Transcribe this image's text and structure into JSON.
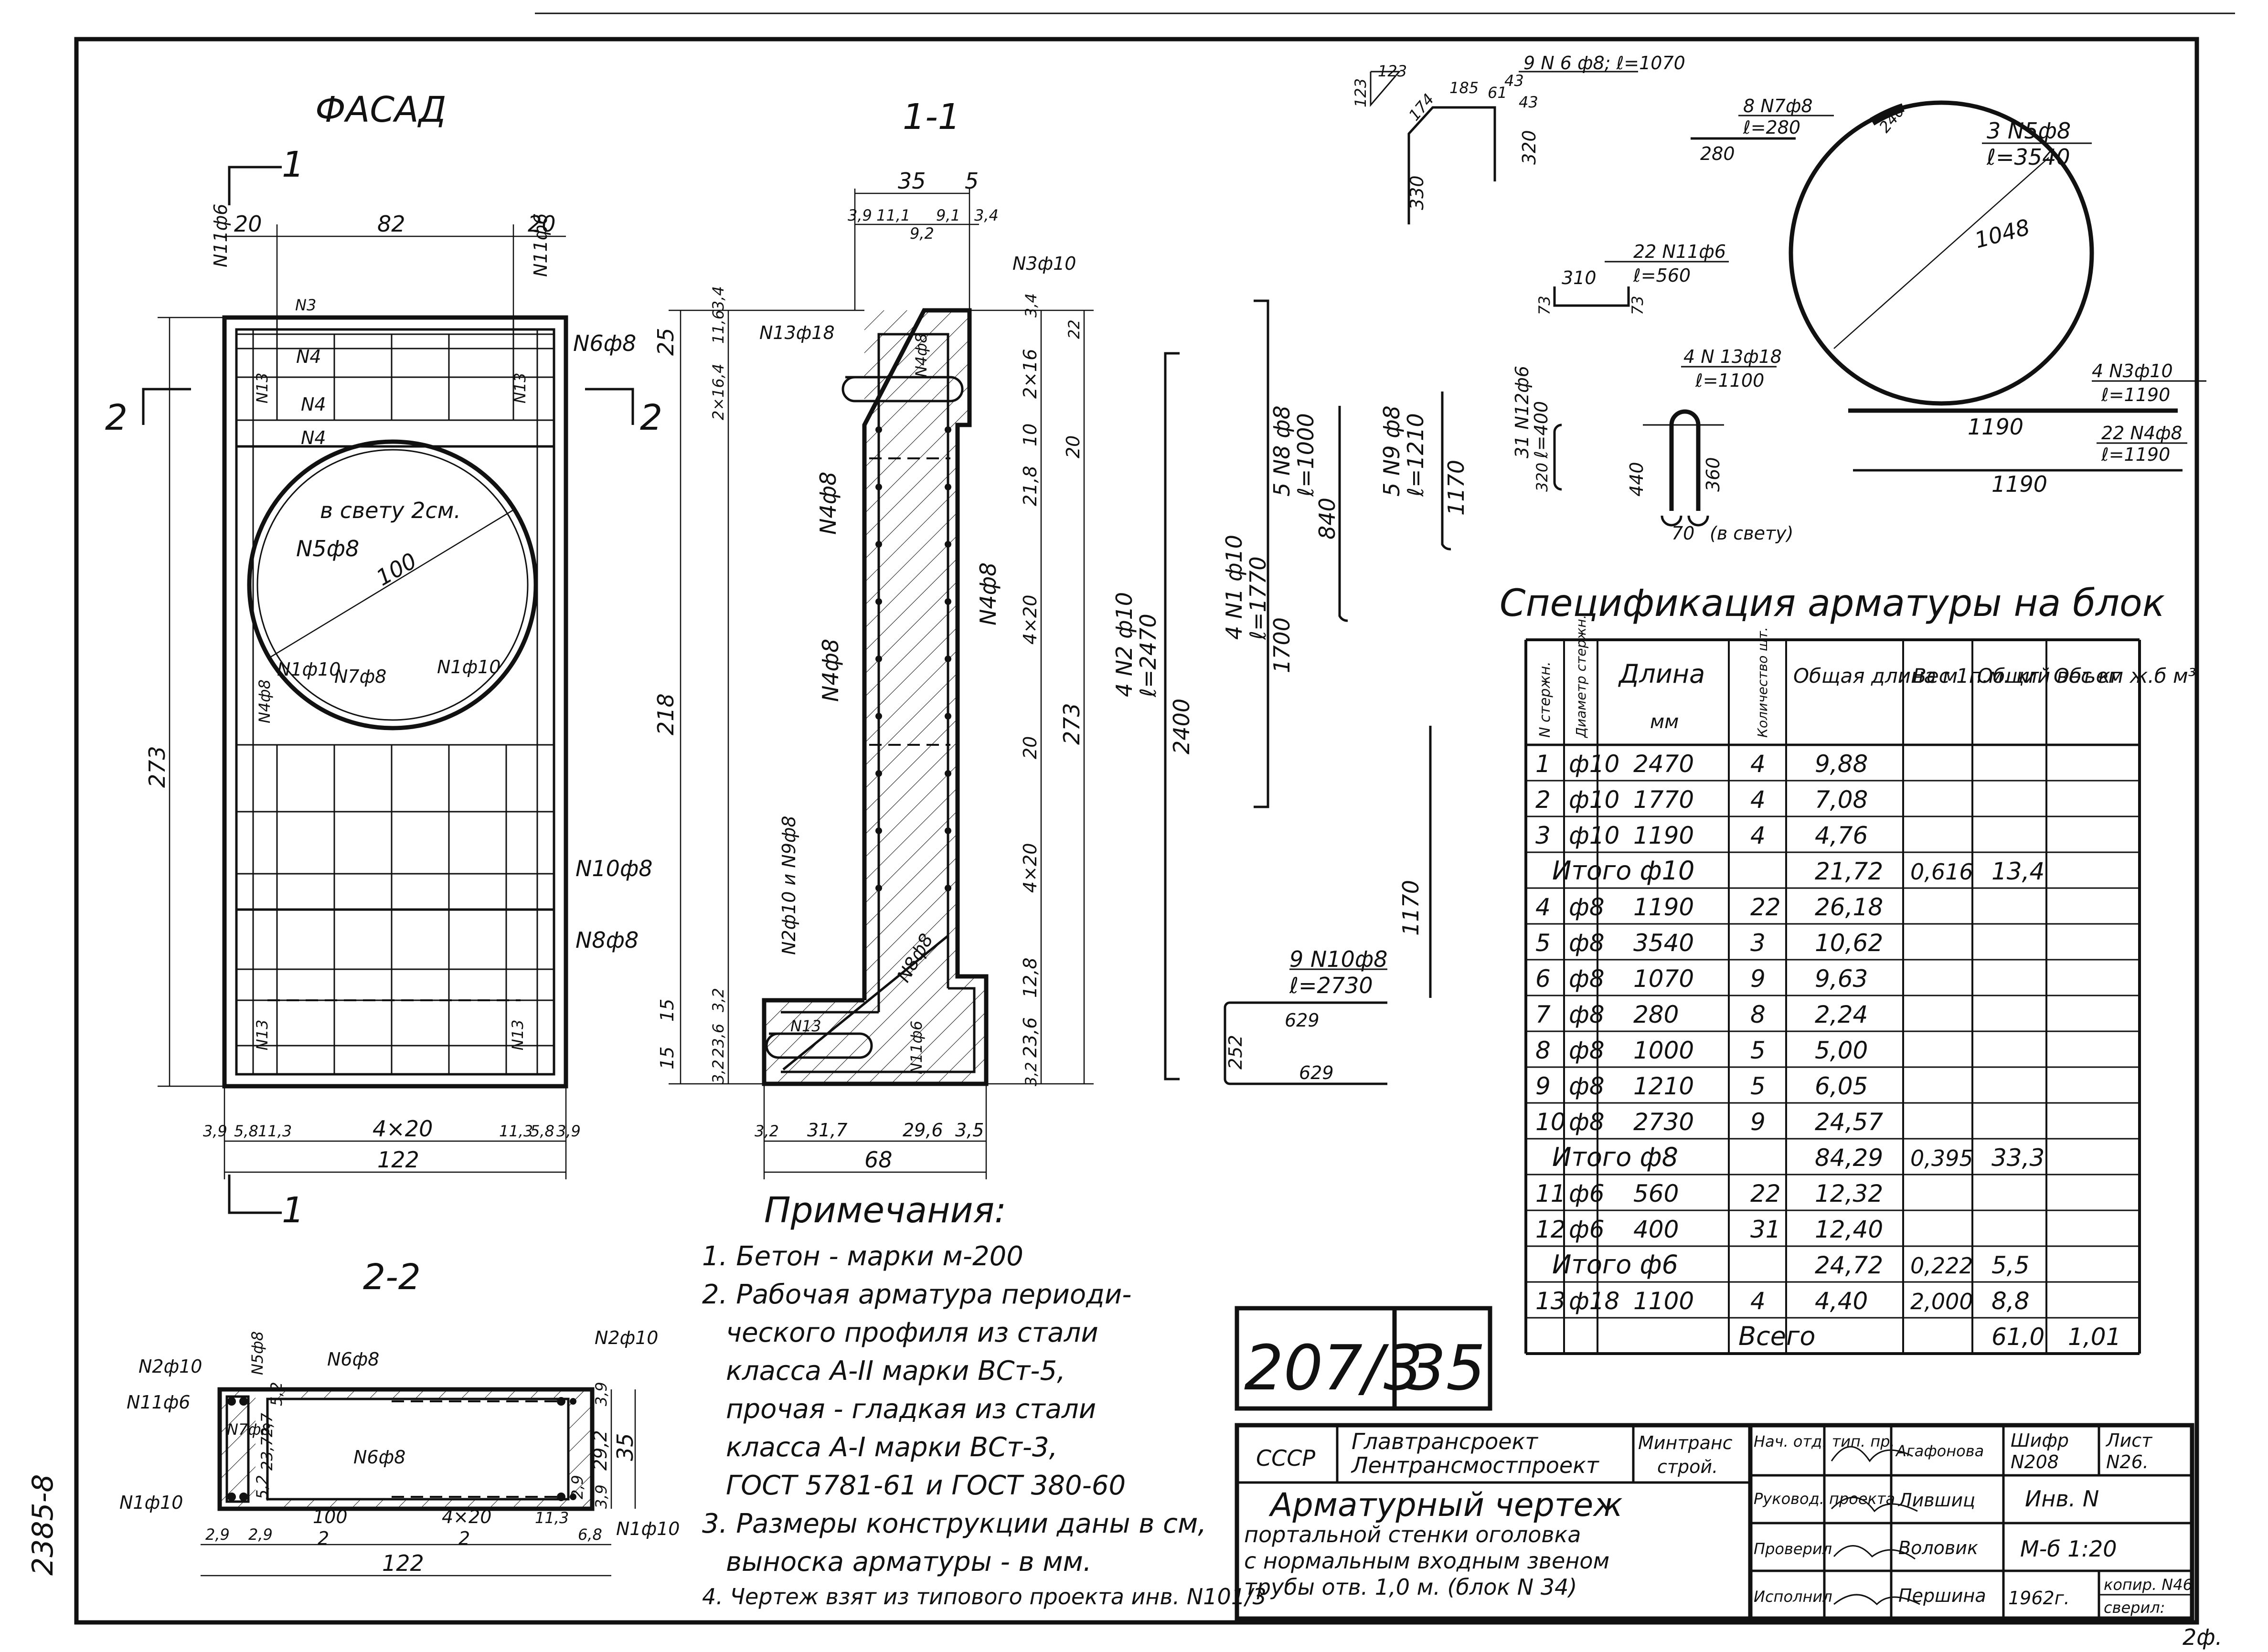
{
  "views": {
    "facade_title": "ФАСАД",
    "section11_title": "1-1",
    "section22_title": "2-2",
    "cut1": "1",
    "cut2": "2"
  },
  "facade": {
    "dim_left": "20",
    "dim_mid": "82",
    "dim_right": "20",
    "dim_height": "273",
    "dim_width": "122",
    "bottom_chain": [
      "3,9",
      "5,8",
      "11,3",
      "4×20",
      "11,3",
      "5,8",
      "3,9"
    ],
    "hole_dia": "100",
    "labels": {
      "n11f6_l": "N11ф6",
      "n11f6_r": "N11ф6",
      "n3": "N3",
      "n6f8": "N6ф8",
      "n4a": "N4",
      "n4b": "N4",
      "n4c": "N4",
      "n13a": "N13",
      "n13b": "N13",
      "v_svetu": "в свету 2см.",
      "n5f8": "N5ф8",
      "n1f10a": "N1ф10",
      "n7f8": "N7ф8",
      "n1f10b": "N1ф10",
      "n4f8": "N4ф8",
      "n10f8": "N10ф8",
      "n8f8": "N8ф8",
      "n13c": "N13",
      "n13d": "N13"
    }
  },
  "section11": {
    "top_dims": [
      "35",
      "5"
    ],
    "top_chain": [
      "3,9",
      "11,1",
      "9,2",
      "9,1",
      "3,4"
    ],
    "left_chain": [
      "25",
      "2×16,4",
      "218",
      "15",
      "15"
    ],
    "left_chain_small": [
      "11,6",
      "3,4",
      "3,2",
      "23,6",
      "3,2"
    ],
    "right_chain": [
      "3,4",
      "22",
      "2×16",
      "10",
      "20",
      "21,8",
      "4×20",
      "20",
      "4×20",
      "12,8",
      "23,6",
      "3,2"
    ],
    "right_total": "273",
    "bottom_chain": [
      "3,2",
      "31,7",
      "29,6",
      "3,5"
    ],
    "bottom_total": "68",
    "labels": {
      "n13f18": "N13ф18",
      "n3f10": "N3ф10",
      "n4f8_top": "N4ф8",
      "n4f8_a": "N4ф8",
      "n4f8_b": "N4ф8",
      "n4f8_c": "N4ф8",
      "n2n9": "N2ф10 и N9ф8",
      "n8f8": "N8ф8",
      "n13": "N13",
      "n11f6": "N11ф6"
    }
  },
  "bars": {
    "n2": {
      "label": "4 N2 ф10",
      "len": "ℓ=2470",
      "dim": "2400"
    },
    "n1": {
      "label": "4 N1 ф10",
      "len": "ℓ=1770",
      "dim": "1700"
    },
    "n8": {
      "label": "5 N8 ф8",
      "len": "ℓ=1000",
      "dim": "840"
    },
    "n9": {
      "label": "5 N9 ф8",
      "len": "ℓ=1210",
      "dim": "1170"
    },
    "n6": {
      "label": "9 N 6 ф8; ℓ=1070",
      "dims": [
        "123",
        "123",
        "174",
        "185",
        "61",
        "43",
        "43",
        "330",
        "320"
      ]
    },
    "n7": {
      "label": "8 N7ф8",
      "len": "ℓ=280",
      "dim": "280"
    },
    "n11": {
      "label": "22 N11ф6",
      "len": "ℓ=560",
      "dims": [
        "310",
        "73",
        "73"
      ]
    },
    "n12": {
      "label": "31 N12ф6",
      "len": "ℓ=400",
      "dim": "320"
    },
    "n13": {
      "label": "4 N 13ф18",
      "len": "ℓ=1100",
      "dims": [
        "440",
        "360",
        "70",
        "(в свету)"
      ]
    },
    "n5": {
      "label": "3 N5ф8",
      "len": "ℓ=3540",
      "dia": "1048",
      "lap": "240"
    },
    "n3": {
      "label": "4 N3ф10",
      "len": "ℓ=1190",
      "dim": "1190"
    },
    "n4": {
      "label": "22 N4ф8",
      "len": "ℓ=1190",
      "dim": "1190"
    },
    "n10": {
      "label": "9 N10ф8",
      "len": "ℓ=2730",
      "dims": [
        "629",
        "629",
        "252"
      ]
    },
    "vert_1170": "1170"
  },
  "section22": {
    "labels": {
      "n2f10_l": "N2ф10",
      "n5f8": "N5ф8",
      "n11f6": "N11ф6",
      "n7f8": "N7ф8",
      "n1f10_l": "N1ф10",
      "n6f8_t": "N6ф8",
      "n6f8_b": "N6ф8",
      "n2f10_r": "N2ф10",
      "n1f10_r": "N1ф10"
    },
    "dims_left": [
      "5,2",
      "2,7",
      "23,7",
      "5,2"
    ],
    "dims_right": [
      "3,9",
      "29,2",
      "3,9"
    ],
    "dim_35": "35",
    "bottom_chain": [
      "2,9",
      "2,9",
      "100",
      "2",
      "4×20",
      "2",
      "11,3",
      "6,8",
      "2,9"
    ],
    "total": "122"
  },
  "notes": {
    "title": "Примечания:",
    "lines": [
      "1. Бетон - марки  м-200",
      "2. Рабочая арматура периоди-",
      "ческого профиля из стали",
      "класса А-II марки ВСт-5,",
      "прочая - гладкая из стали",
      "класса А-I марки ВСт-3,",
      "ГОСТ 5781-61 и ГОСТ 380-60",
      "3. Размеры конструкции даны в см,",
      "выноска арматуры - в мм.",
      "4. Чертеж взят из типового проекта инв. N101/3"
    ]
  },
  "spec": {
    "title": "Спецификация арматуры на блок",
    "headers": [
      "N стержн.",
      "Диаметр стержн.",
      "Длина",
      "мм",
      "Количество шт.",
      "Общая длина м",
      "Вес 1п.м. кг",
      "Общий вес кг",
      "Объем ж.б м³"
    ],
    "rows": [
      [
        "1",
        "ф10",
        "2470",
        "4",
        "9,88",
        "",
        "",
        ""
      ],
      [
        "2",
        "ф10",
        "1770",
        "4",
        "7,08",
        "",
        "",
        ""
      ],
      [
        "3",
        "ф10",
        "1190",
        "4",
        "4,76",
        "",
        "",
        ""
      ],
      [
        "Итого ф10",
        "",
        "",
        "",
        "21,72",
        "0,616",
        "13,4",
        ""
      ],
      [
        "4",
        "ф8",
        "1190",
        "22",
        "26,18",
        "",
        "",
        ""
      ],
      [
        "5",
        "ф8",
        "3540",
        "3",
        "10,62",
        "",
        "",
        ""
      ],
      [
        "6",
        "ф8",
        "1070",
        "9",
        "9,63",
        "",
        "",
        ""
      ],
      [
        "7",
        "ф8",
        "280",
        "8",
        "2,24",
        "",
        "",
        ""
      ],
      [
        "8",
        "ф8",
        "1000",
        "5",
        "5,00",
        "",
        "",
        ""
      ],
      [
        "9",
        "ф8",
        "1210",
        "5",
        "6,05",
        "",
        "",
        ""
      ],
      [
        "10",
        "ф8",
        "2730",
        "9",
        "24,57",
        "",
        "",
        ""
      ],
      [
        "Итого ф8",
        "",
        "",
        "",
        "84,29",
        "0,395",
        "33,3",
        ""
      ],
      [
        "11",
        "ф6",
        "560",
        "22",
        "12,32",
        "",
        "",
        ""
      ],
      [
        "12",
        "ф6",
        "400",
        "31",
        "12,40",
        "",
        "",
        ""
      ],
      [
        "Итого ф6",
        "",
        "",
        "",
        "24,72",
        "0,222",
        "5,5",
        ""
      ],
      [
        "13",
        "ф18",
        "1100",
        "4",
        "4,40",
        "2,000",
        "8,8",
        ""
      ],
      [
        "Всего",
        "",
        "",
        "",
        "",
        "",
        "61,0",
        "1,01"
      ]
    ]
  },
  "stamp": {
    "number": "207/3",
    "sheet_big": "35",
    "ussr": "СССР",
    "org1": "Главтрансроект",
    "org2": "Лентрансмостпроект",
    "ministry1": "Минтранс",
    "ministry2": "строй.",
    "title1": "Арматурный чертеж",
    "title2": "портальной стенки оголовка",
    "title3": "с нормальным входным звеном",
    "title4": "трубы отв. 1,0 м. (блок N 34)",
    "roles": [
      "Нач. отд. тип. пр.",
      "Руковод. проекта",
      "Проверил",
      "Исполнил"
    ],
    "names": [
      "Агафонова",
      "Лившиц",
      "Воловик",
      "Першина"
    ],
    "cipher_label": "Шифр",
    "cipher": "N208",
    "sheet_label": "Лист",
    "sheet": "N26.",
    "inv": "Инв. N",
    "scale": "М-б 1:20",
    "year": "1962г.",
    "copy": "копир. N46",
    "checked": "сверил:",
    "side_number": "2385-8",
    "corner": "2ф."
  }
}
